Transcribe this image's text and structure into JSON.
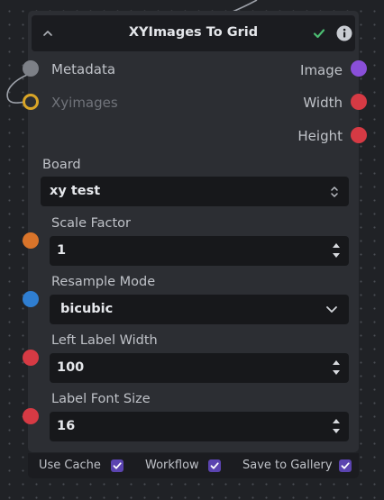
{
  "node": {
    "title": "XYImages To Grid",
    "inputs": [
      {
        "label": "Metadata",
        "color": "#7d8087"
      },
      {
        "label": "Xyimages",
        "color": "#d9a527"
      }
    ],
    "outputs": [
      {
        "label": "Image",
        "color": "#8a4fd9"
      },
      {
        "label": "Width",
        "color": "#d63a44"
      },
      {
        "label": "Height",
        "color": "#d63a44"
      }
    ],
    "header_icons": [
      "check-icon",
      "info-icon"
    ],
    "accent_colors": {
      "check": "#4cbd72",
      "checkbox": "#5b44b0"
    }
  },
  "fields": {
    "board": {
      "label": "Board",
      "value": "xy test"
    },
    "scale_factor": {
      "label": "Scale Factor",
      "value": "1",
      "socket_color": "#d9742a"
    },
    "resample_mode": {
      "label": "Resample Mode",
      "value": "bicubic",
      "socket_color": "#2f7ed1"
    },
    "left_label_width": {
      "label": "Left Label Width",
      "value": "100",
      "socket_color": "#d63a44"
    },
    "label_font_size": {
      "label": "Label Font Size",
      "value": "16",
      "socket_color": "#d63a44"
    }
  },
  "footer": {
    "use_cache": {
      "label": "Use Cache",
      "checked": true
    },
    "workflow": {
      "label": "Workflow",
      "checked": true
    },
    "save_to_gallery": {
      "label": "Save to Gallery",
      "checked": true
    }
  }
}
